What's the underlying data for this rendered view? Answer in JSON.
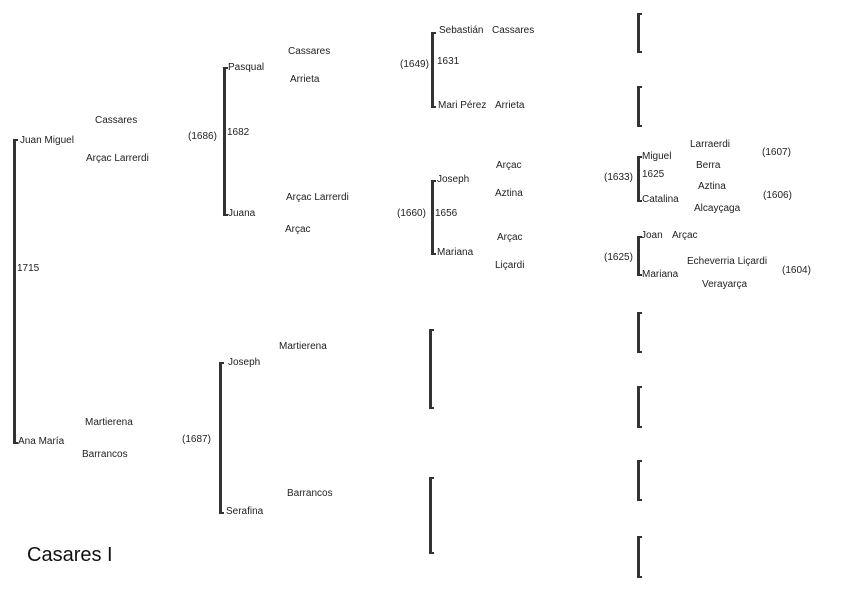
{
  "title": "Casares I",
  "gen1": {
    "person1": "Juan Miguel",
    "person2": "Ana María",
    "year": "1715",
    "p1_surname1": "Cassares",
    "p1_surname2": "Arçac Larrerdi",
    "p2_surname1": "Martierena",
    "p2_surname2": "Barrancos"
  },
  "gen2a": {
    "person1": "Pasqual",
    "person2": "Juana",
    "year": "1682",
    "birth": "(1686)",
    "p1_surname1": "Cassares",
    "p1_surname2": "Arrieta",
    "p2_surname1": "Arçac Larrerdi",
    "p2_surname2": "Arçac"
  },
  "gen2b": {
    "person1": "Joseph",
    "person2": "Serafina",
    "birth": "(1687)",
    "p1_surname": "Martierena",
    "p2_surname": "Barrancos"
  },
  "gen3a": {
    "person1": "Sebastián",
    "person1_surname": "Cassares",
    "person2": "Mari Pérez",
    "person2_surname": "Arrieta",
    "year": "1631",
    "birth": "(1649)"
  },
  "gen3b": {
    "person1": "Joseph",
    "person2": "Mariana",
    "year": "1656",
    "birth": "(1660)",
    "p1_surname1": "Arçac",
    "p1_surname2": "Aztina",
    "p2_surname1": "Arçac",
    "p2_surname2": "Liçardi"
  },
  "gen4a": {
    "person1": "Miguel",
    "person2": "Catalina",
    "year": "1625",
    "birth": "(1633)",
    "p1_surname1": "Larraerdi",
    "p1_surname2": "Berra",
    "p1_birth": "(1607)",
    "p2_surname1": "Aztina",
    "p2_surname2": "Alcayçaga",
    "p2_birth": "(1606)"
  },
  "gen4b": {
    "person1": "Joan",
    "person1_surname": "Arçac",
    "person2": "Mariana",
    "birth": "(1625)",
    "p2_surname1": "Echeverria Liçardi",
    "p2_surname2": "Verayarça",
    "p2_birth": "(1604)"
  }
}
